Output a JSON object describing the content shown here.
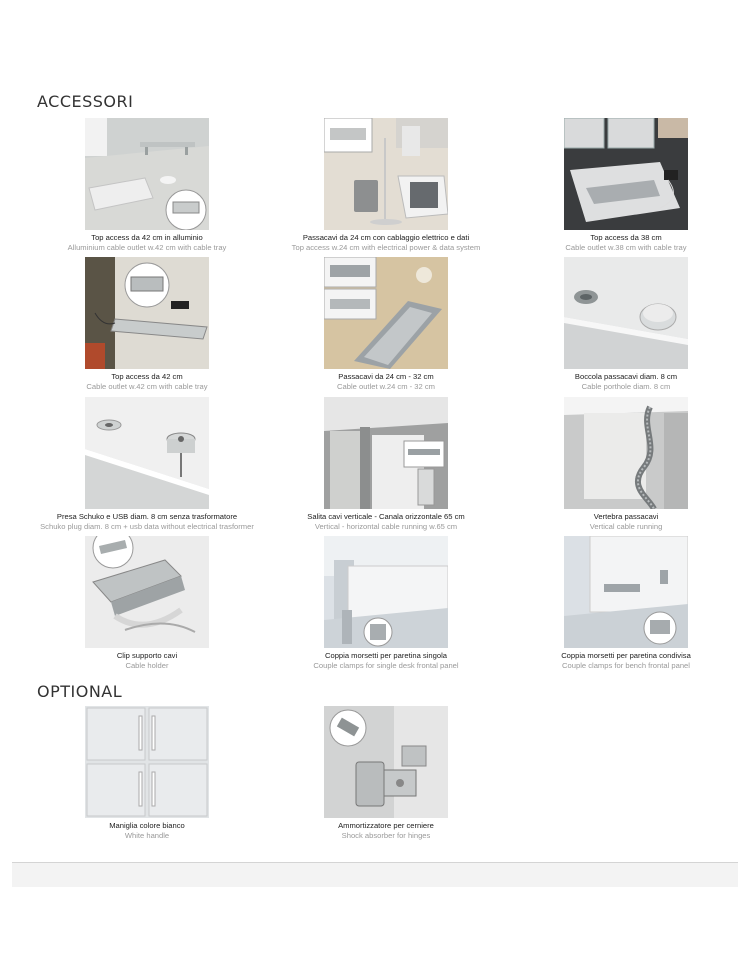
{
  "sections": {
    "accessories_title": "ACCESSORI",
    "optional_title": "OPTIONAL"
  },
  "accessories": [
    {
      "name_it": "Top access da 42 cm in alluminio",
      "name_en": "Alluminium cable outlet w.42 cm with cable tray"
    },
    {
      "name_it": "Passacavi da 24 cm con cablaggio elettrico e dati",
      "name_en": "Top access w.24 cm with electrical power & data system"
    },
    {
      "name_it": "Top access da 38 cm",
      "name_en": "Cable outlet w.38 cm with cable tray"
    },
    {
      "name_it": "Top access da 42 cm",
      "name_en": "Cable outlet w.42 cm with cable tray"
    },
    {
      "name_it": "Passacavi da 24 cm - 32 cm",
      "name_en": "Cable outlet w.24 cm - 32 cm"
    },
    {
      "name_it": "Boccola passacavi diam. 8 cm",
      "name_en": "Cable porthole diam. 8 cm"
    },
    {
      "name_it": "Presa Schuko e USB diam. 8 cm senza trasformatore",
      "name_en": "Schuko plug diam. 8 cm + usb data without electrical trasformer"
    },
    {
      "name_it": "Salita cavi verticale - Canala orizzontale 65 cm",
      "name_en": "Vertical - horizontal cable running w.65 cm"
    },
    {
      "name_it": "Vertebra passacavi",
      "name_en": "Vertical cable running"
    },
    {
      "name_it": "Clip supporto cavi",
      "name_en": "Cable holder"
    },
    {
      "name_it": "Coppia morsetti per paretina singola",
      "name_en": "Couple clamps for single desk frontal panel"
    },
    {
      "name_it": "Coppia morsetti per paretina condivisa",
      "name_en": "Couple clamps for bench frontal panel"
    }
  ],
  "optional": [
    {
      "name_it": "Maniglia colore bianco",
      "name_en": "White handle"
    },
    {
      "name_it": "Ammortizzatore per cerniere",
      "name_en": "Shock absorber for hinges"
    }
  ]
}
